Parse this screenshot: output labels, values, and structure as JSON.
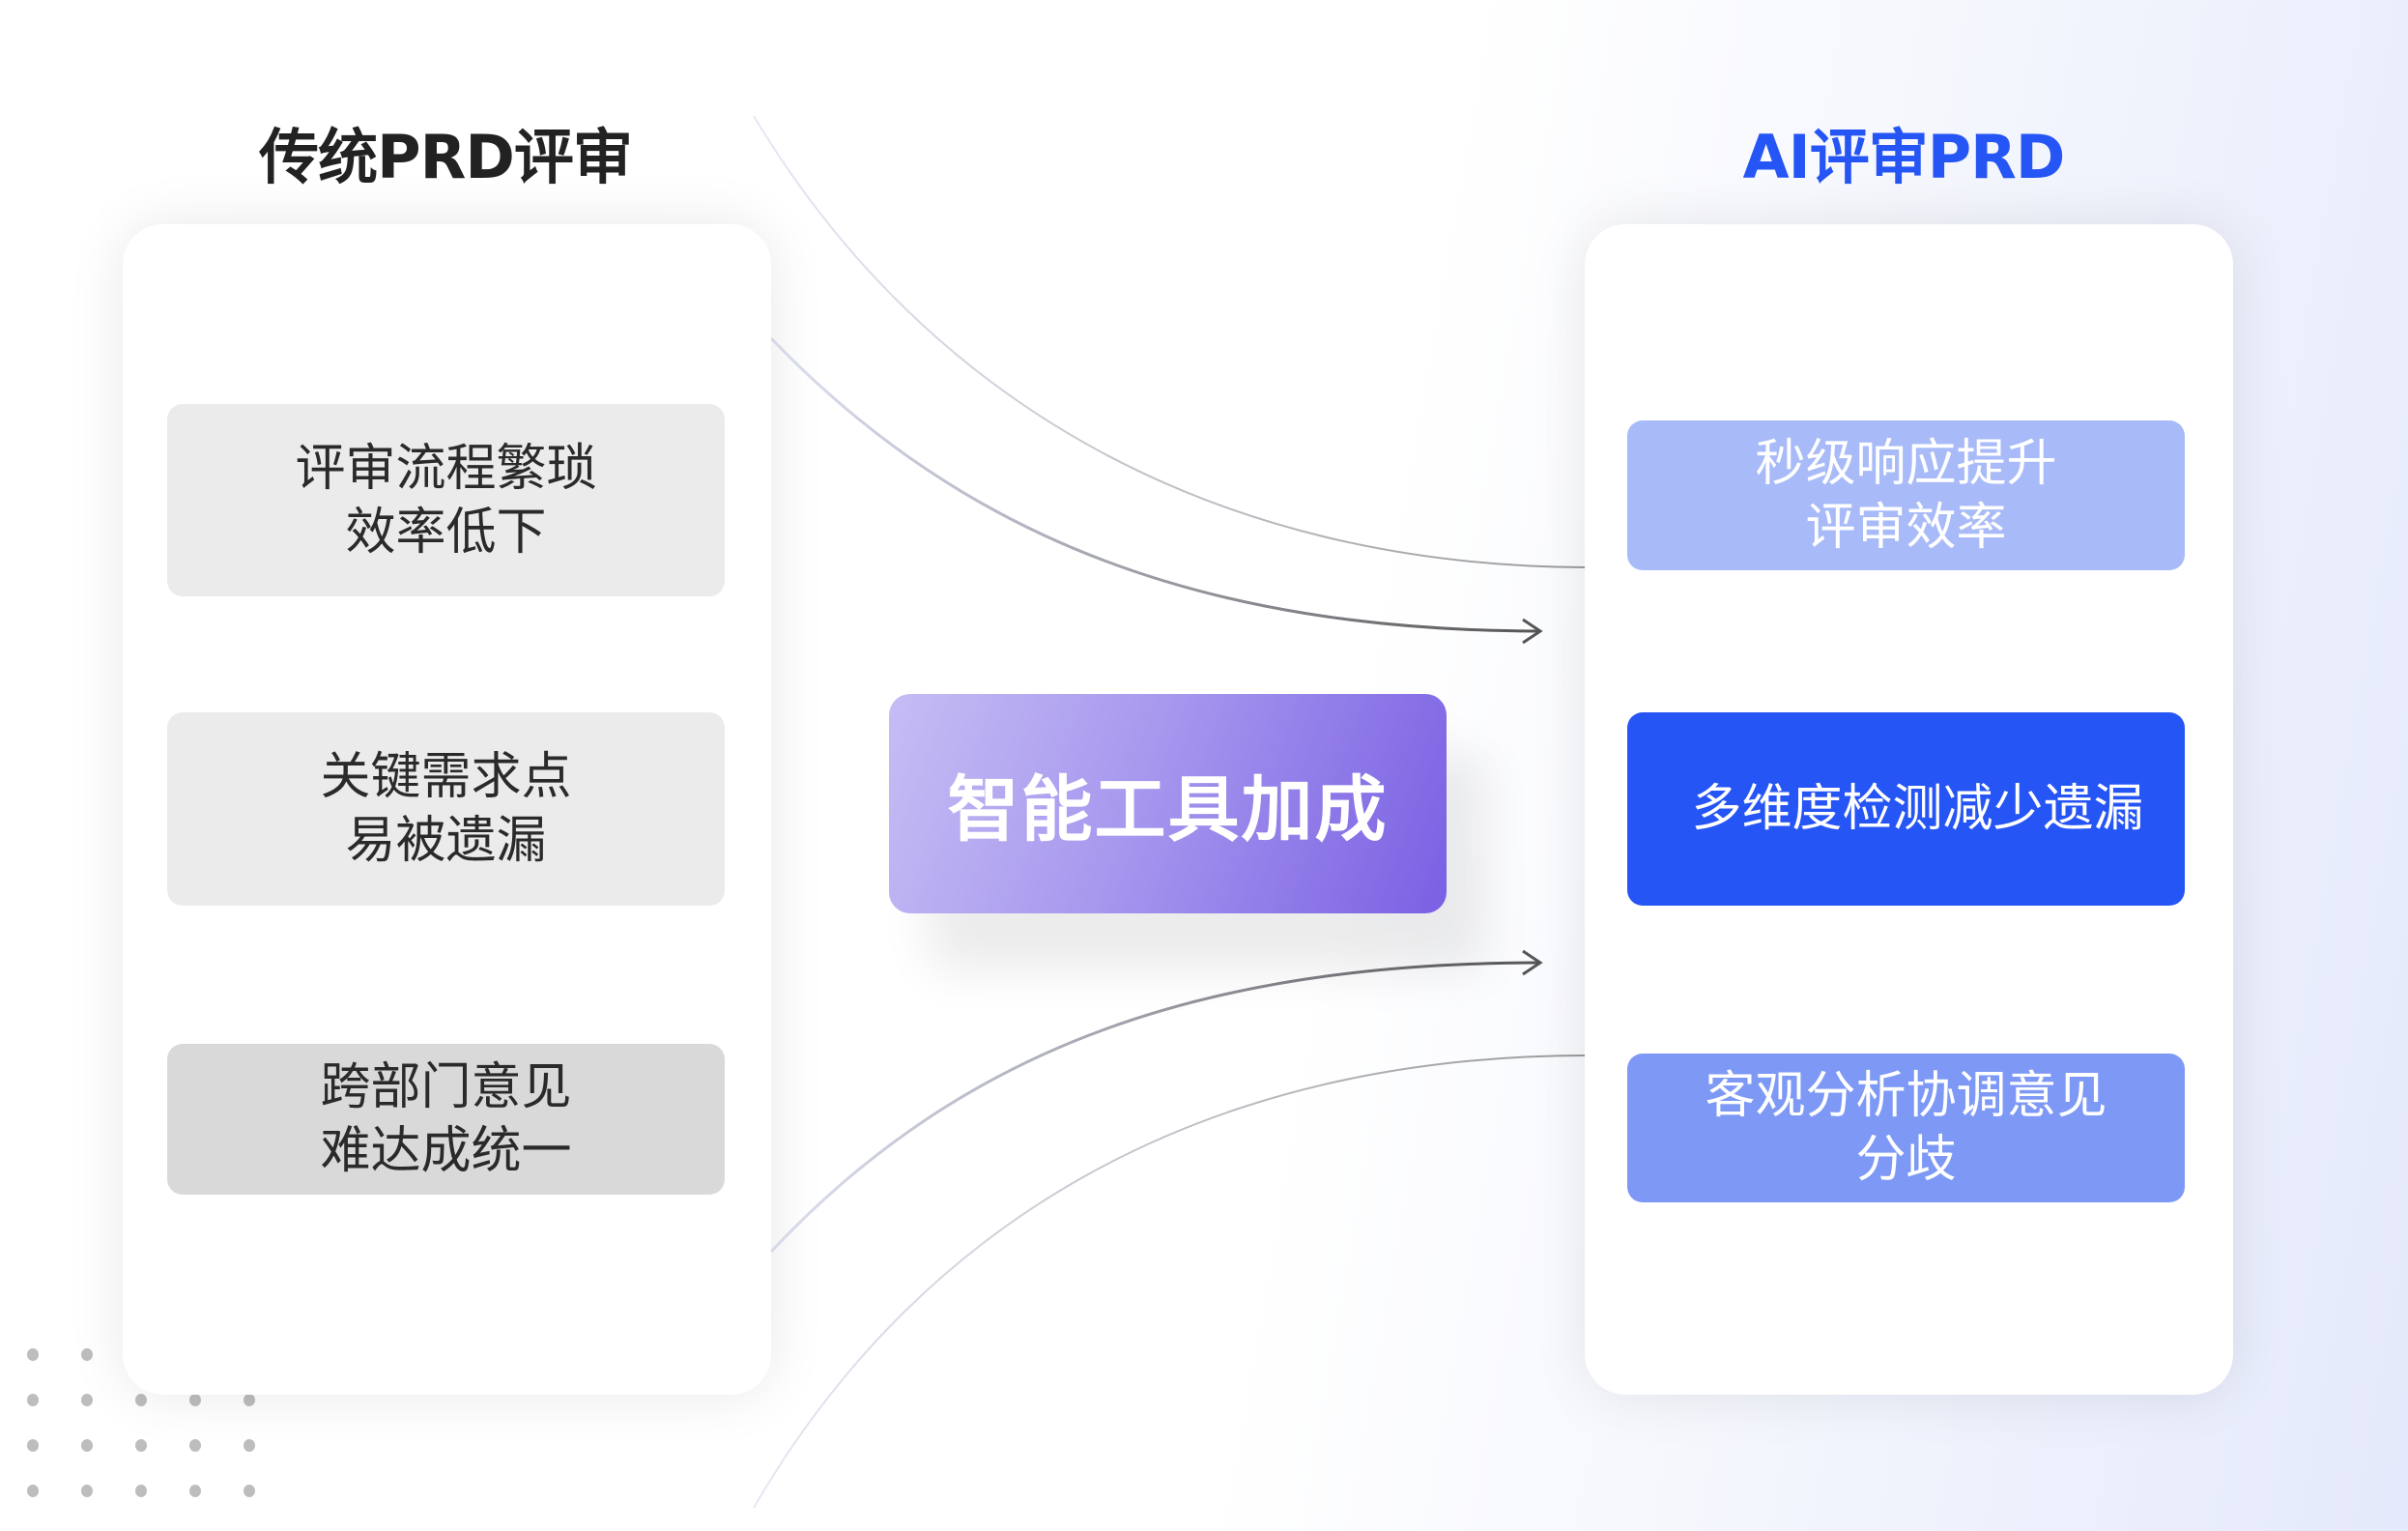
{
  "left_panel": {
    "title": "传统PRD评审",
    "items": [
      {
        "text": "评审流程繁琐\n效率低下",
        "bg": "#ebebeb"
      },
      {
        "text": "关键需求点\n易被遗漏",
        "bg": "#ebebeb"
      },
      {
        "text": "跨部门意见\n难达成统一",
        "bg": "#d9d9d9"
      }
    ]
  },
  "center": {
    "label": "智能工具加成"
  },
  "right_panel": {
    "title": "AI评审PRD",
    "items": [
      {
        "text": "秒级响应提升\n评审效率",
        "bg": "#a8bbf8"
      },
      {
        "text": "多维度检测减少遗漏",
        "bg": "#2655f5"
      },
      {
        "text": "客观分析协调意见\n分歧",
        "bg": "#7d99f5"
      }
    ]
  },
  "colors": {
    "accent": "#2655f5",
    "title_dark": "#222222",
    "arrow": "#555555"
  }
}
